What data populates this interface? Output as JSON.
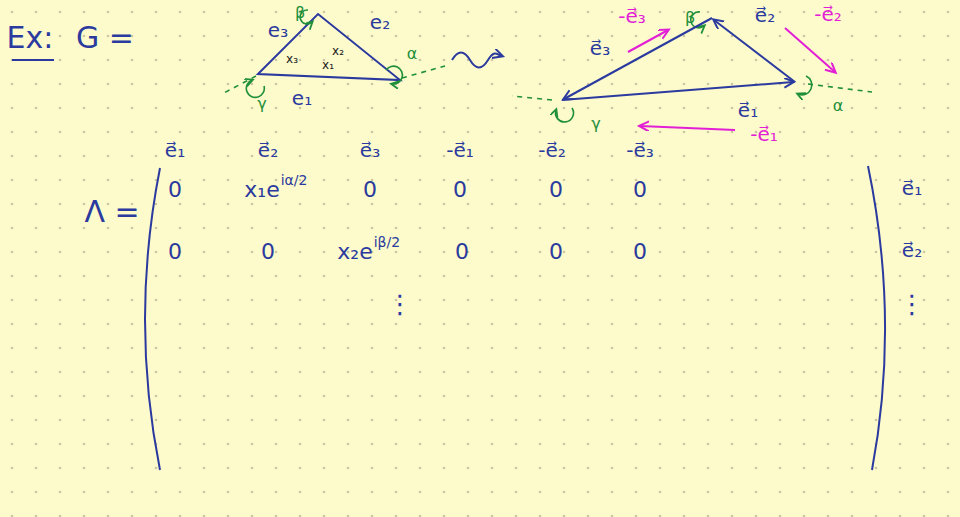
{
  "diagram": {
    "labels": [
      "Ex:",
      "G =",
      "β",
      "e₃",
      "x₃",
      "x₂",
      "e₂",
      "α",
      "x₁",
      "γ",
      "e₁",
      "-e⃗₃",
      "β",
      "e⃗₂",
      "-e⃗₂",
      "e⃗₃",
      "α",
      "γ",
      "e⃗₁",
      "-e⃗₁",
      "e⃗₁",
      "e⃗₂",
      "e⃗₃",
      "-e⃗₁",
      "-e⃗₂",
      "-e⃗₃",
      "Λ =",
      "0",
      "x₁e",
      "iα/2",
      "0",
      "0",
      "0",
      "0",
      "e⃗₁",
      "0",
      "0",
      "x₂e",
      "iβ/2",
      "0",
      "0",
      "0",
      "e⃗₂",
      "⋮",
      "⋮"
    ]
  }
}
